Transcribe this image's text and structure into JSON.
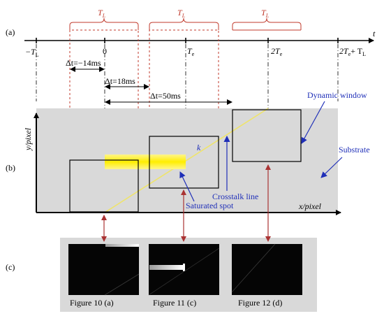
{
  "panels": {
    "a": "(a)",
    "b": "(b)",
    "c": "(c)"
  },
  "timeline": {
    "axis_label": "t",
    "ticks": [
      "−T",
      "0",
      "T",
      "2T",
      "2T"
    ],
    "tick_subscripts": [
      "L",
      "",
      "e",
      "e",
      "e"
    ],
    "tick_suffix_last": "+ T",
    "tick_suffix_last_sub": "L",
    "brace_label": "T",
    "brace_label_sub": "L"
  },
  "delays": [
    {
      "text": "Δt=−14ms"
    },
    {
      "text": "Δt=18ms"
    },
    {
      "text": "Δt=50ms"
    }
  ],
  "chart_labels": {
    "y_axis": "y/pixel",
    "x_axis": "x/pixel",
    "slope": "k",
    "dynamic_window": "Dynamic window",
    "substrate": "Substrate",
    "crosstalk": "Crosstalk line",
    "saturated": "Saturated spot"
  },
  "figures": [
    {
      "caption": "Figure 10 (a)"
    },
    {
      "caption": "Figure 11 (c)"
    },
    {
      "caption": "Figure 12 (d)"
    }
  ],
  "colors": {
    "brace": "#c0392b",
    "annotation": "#1f2fb8",
    "substrate": "#d9d9d9",
    "spot": "#fff21a",
    "crosstalk_line": "#f0e860"
  }
}
